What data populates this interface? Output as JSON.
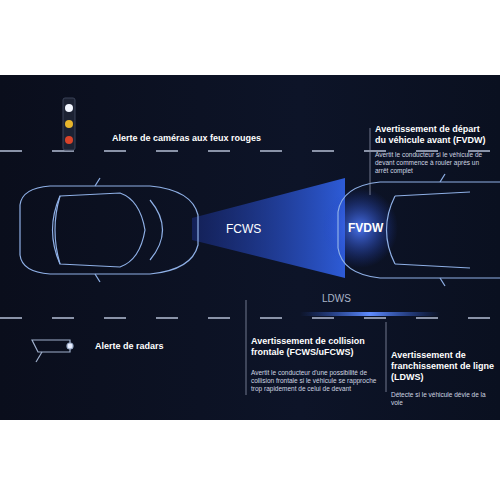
{
  "diagram": {
    "labels": [
      "Alerte de caméras aux feux rouges",
      "Avertissement de départ du véhicule avant (FVDW)",
      "Avertit le conducteur si le véhicule de devant commence à rouler après un arrêt complet",
      "FCWS",
      "FVDW",
      "LDWS",
      "Alerte de radars",
      "Avertissement de collision frontale (FCWS/uFCWS)",
      "Avertit le conducteur d'une possibilité de collision frontale si le véhicule se rapproche trop rapidement de celui de devant",
      "Avertissement de franchissement de ligne (LDWS)",
      "Détecte si le véhicule dévie de la voie"
    ]
  }
}
